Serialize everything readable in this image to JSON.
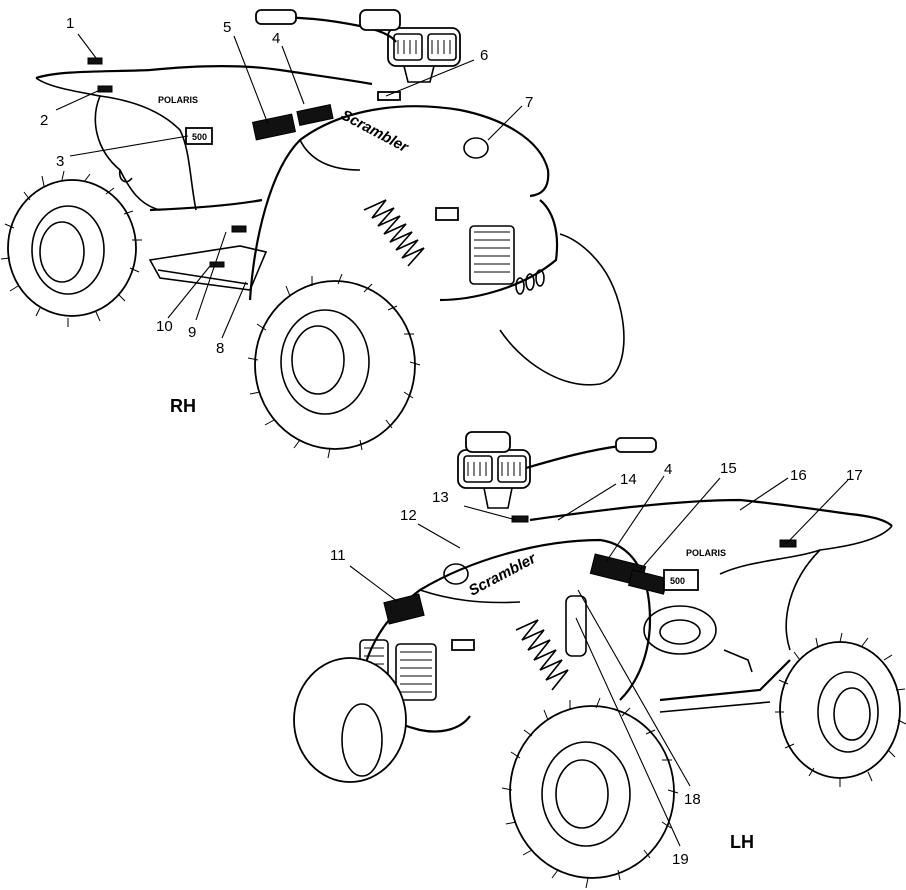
{
  "views": [
    {
      "id": "rh",
      "label": "RH",
      "callouts": [
        "1",
        "2",
        "3",
        "4",
        "5",
        "6",
        "7",
        "8",
        "9",
        "10"
      ],
      "decals": [
        "POLARIS",
        "500",
        "Scrambler"
      ]
    },
    {
      "id": "lh",
      "label": "LH",
      "callouts": [
        "11",
        "12",
        "13",
        "14",
        "4",
        "15",
        "16",
        "17",
        "18",
        "19"
      ],
      "decals": [
        "POLARIS",
        "500",
        "Scrambler"
      ]
    }
  ]
}
